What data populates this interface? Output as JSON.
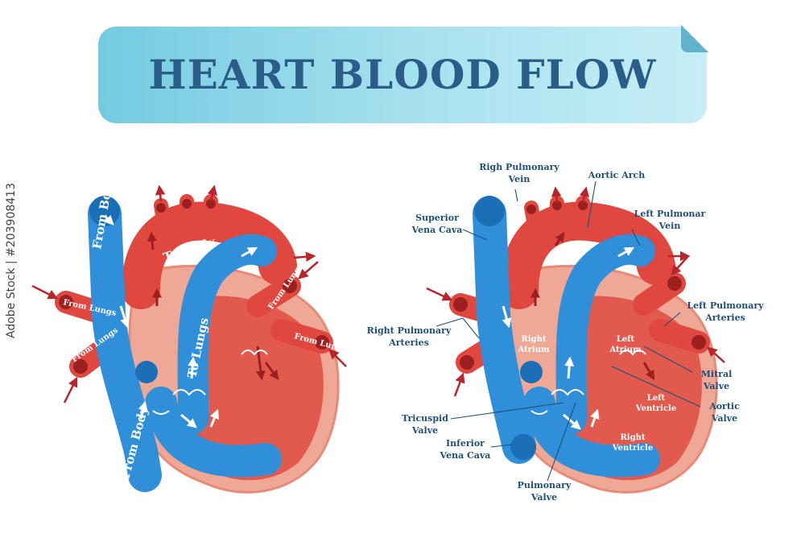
{
  "title": "HEART BLOOD FLOW",
  "watermark": "Adobe Stock | #203908413",
  "left_heart": {
    "from_body_top": "From Body",
    "from_body_bottom": "From Body",
    "to_body": "To Body",
    "to_lungs": "To Lungs",
    "from_lungs_left_upper": "From Lungs",
    "from_lungs_left_lower": "From Lungs",
    "from_lungs_right_upper": "From Lungs",
    "from_lungs_right_lower": "From Lungs"
  },
  "right_heart": {
    "labels": {
      "right_pulmonary_vein_1": "Righ Pulmonary",
      "right_pulmonary_vein_2": "Vein",
      "aortic_arch": "Aortic Arch",
      "superior_vena_cava_1": "Superior",
      "superior_vena_cava_2": "Vena Cava",
      "left_pulmonary_vein_1": "Left Pulmonar",
      "left_pulmonary_vein_2": "Vein",
      "left_pulmonary_arteries_1": "Left Pulmonary",
      "left_pulmonary_arteries_2": "Arteries",
      "right_pulmonary_arteries_1": "Right Pulmonary",
      "right_pulmonary_arteries_2": "Arteries",
      "right_atrium_1": "Right",
      "right_atrium_2": "Atrium",
      "left_atrium_1": "Left",
      "left_atrium_2": "Atrium",
      "mitral_valve_1": "Mitral",
      "mitral_valve_2": "Valve",
      "left_ventricle_1": "Left",
      "left_ventricle_2": "Ventricle",
      "aortic_valve_1": "Aortic",
      "aortic_valve_2": "Valve",
      "tricuspid_valve_1": "Tricuspid",
      "tricuspid_valve_2": "Valve",
      "inferior_vena_cava_1": "Inferior",
      "inferior_vena_cava_2": "Vena Cava",
      "right_ventricle_1": "Right",
      "right_ventricle_2": "Ventricle",
      "pulmonary_valve_1": "Pulmonary",
      "pulmonary_valve_2": "Valve"
    }
  },
  "colors": {
    "oxygenated": "#e0473f",
    "deoxygenated": "#2f8fd8",
    "muscle": "#f0a896",
    "label": "#1f4f78",
    "banner_title": "#2a5e88"
  }
}
